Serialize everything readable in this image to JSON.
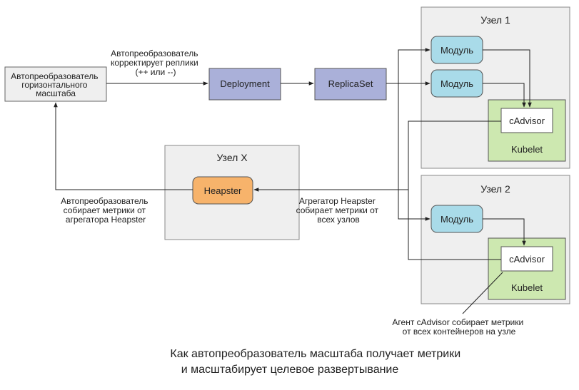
{
  "nodes": {
    "hpa": {
      "label_lines": [
        "Автопреобразователь",
        "горизонтального",
        "масштаба"
      ]
    },
    "deployment": {
      "label": "Deployment"
    },
    "replicaset": {
      "label": "ReplicaSet"
    },
    "heapster": {
      "label": "Heapster"
    },
    "pod_1a": {
      "label": "Модуль"
    },
    "pod_1b": {
      "label": "Модуль"
    },
    "pod_2": {
      "label": "Модуль"
    },
    "cadvisor_1": {
      "label": "cAdvisor"
    },
    "cadvisor_2": {
      "label": "cAdvisor"
    },
    "kubelet_1": {
      "label": "Kubelet"
    },
    "kubelet_2": {
      "label": "Kubelet"
    }
  },
  "groups": {
    "node_1": {
      "title": "Узел 1"
    },
    "node_2": {
      "title": "Узел 2"
    },
    "node_x": {
      "title": "Узел X"
    }
  },
  "annotations": {
    "adjusts_replicas": [
      "Автопреобразователь",
      "корректирует реплики",
      "(++ или --)"
    ],
    "hpa_collects": [
      "Автопреобразователь",
      "собирает метрики от",
      "агрегатора Heapster"
    ],
    "heapster_aggregates": [
      "Агрегатор Heapster",
      "собирает метрики от",
      "всех узлов"
    ],
    "cadvisor_collects": [
      "Агент cAdvisor собирает метрики",
      "от всех контейнеров на узле"
    ]
  },
  "caption": {
    "lines": [
      "Как автопреобразователь масштаба получает метрики",
      "и масштабирует целевое развертывание"
    ]
  },
  "colors": {
    "node_box_fill": "#efefef",
    "control_box_fill": "#aab0d9",
    "pod_fill": "#a9dbe9",
    "heapster_fill": "#f7b36b",
    "kubelet_fill": "#cde8b0",
    "line": "#222222"
  }
}
